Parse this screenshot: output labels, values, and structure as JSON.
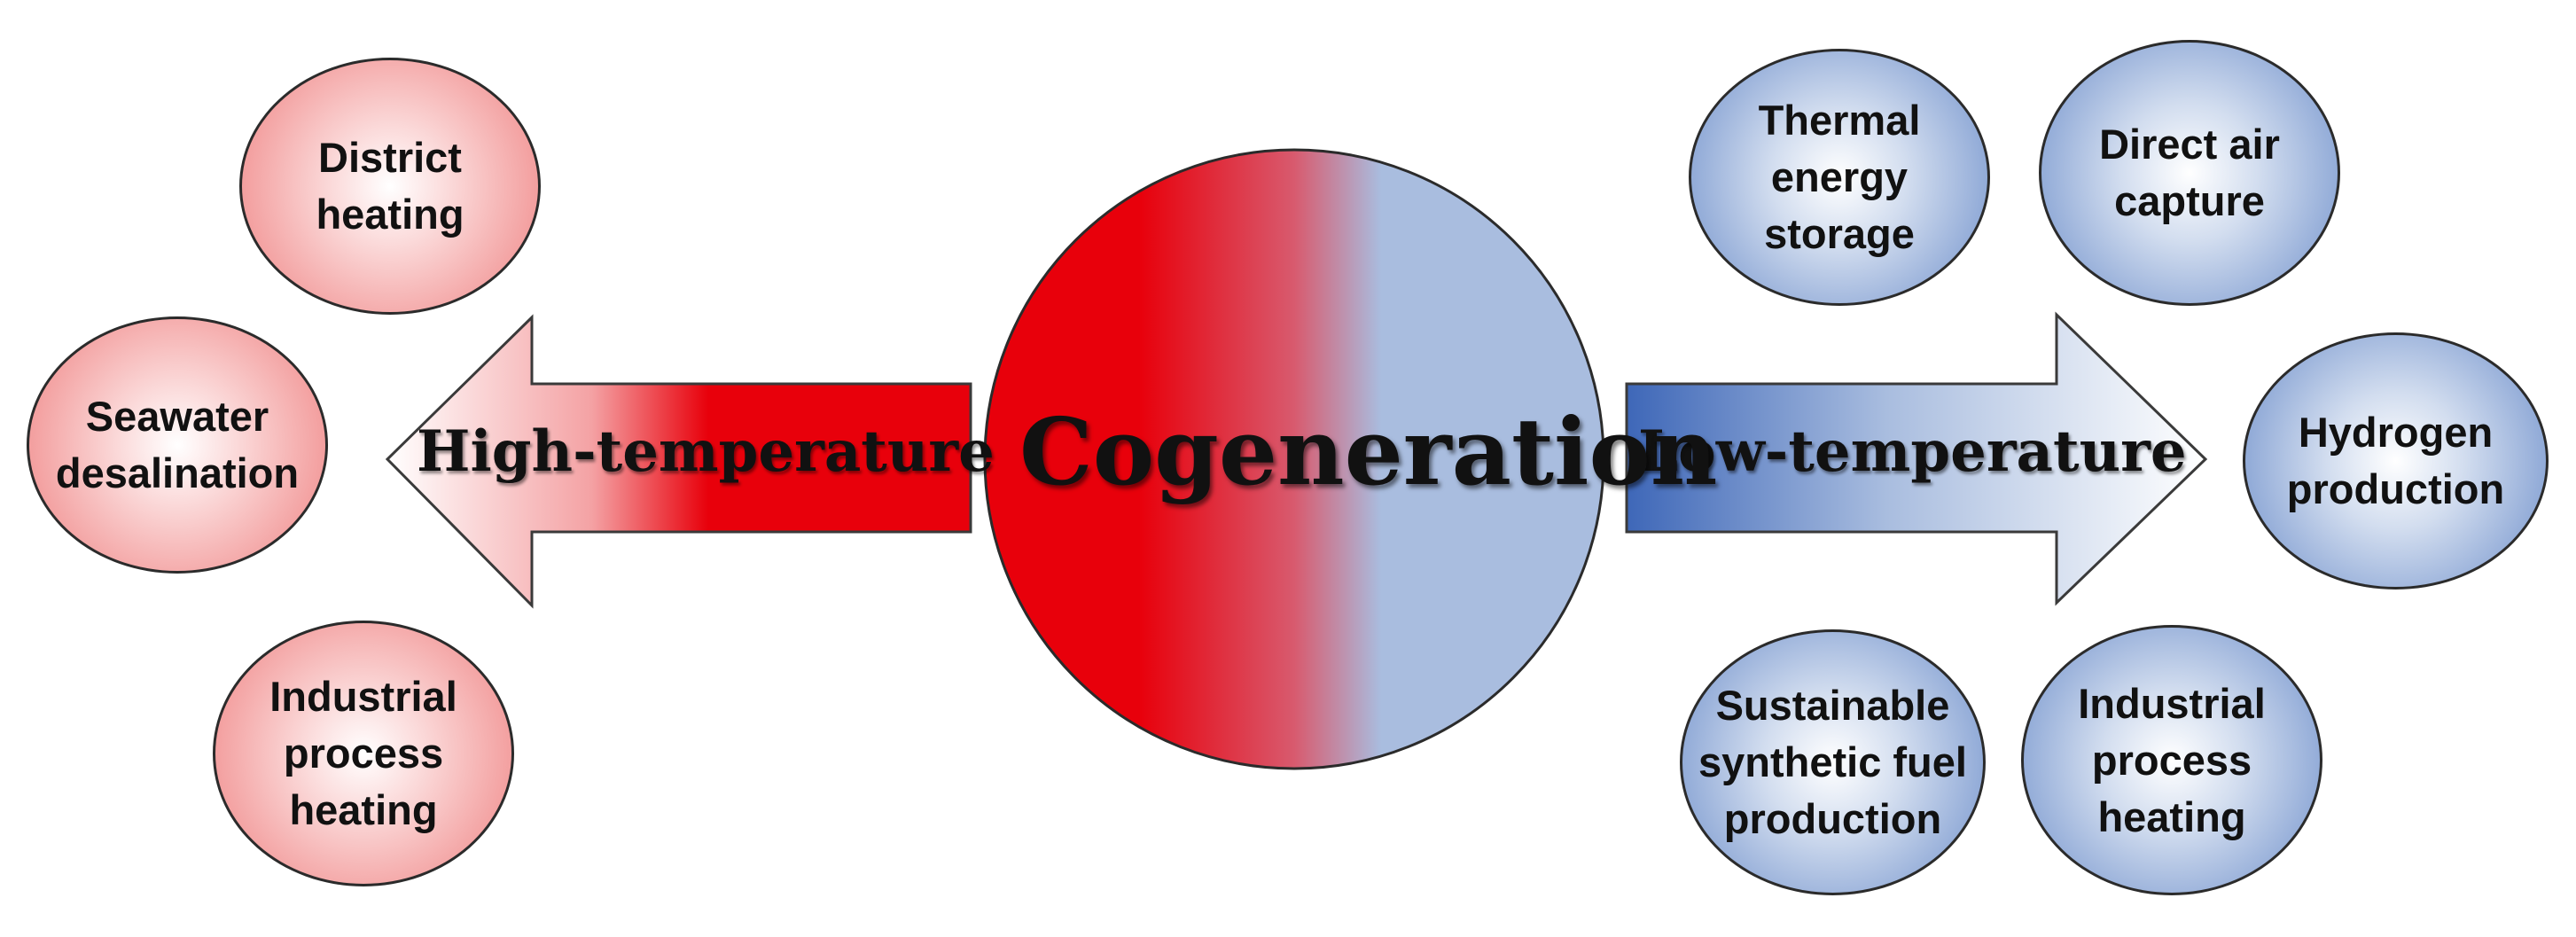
{
  "center": {
    "label": "Cogeneration"
  },
  "left_arrow": {
    "label": "High-temperature"
  },
  "right_arrow": {
    "label": "Low-temperature"
  },
  "high_temperature_applications": [
    {
      "label": "District\nheating"
    },
    {
      "label": "Seawater\ndesalination"
    },
    {
      "label": "Industrial\nprocess\nheating"
    }
  ],
  "low_temperature_applications": [
    {
      "label": "Thermal\nenergy\nstorage"
    },
    {
      "label": "Direct air\ncapture"
    },
    {
      "label": "Hydrogen\nproduction"
    },
    {
      "label": "Sustainable\nsynthetic fuel\nproduction"
    },
    {
      "label": "Industrial\nprocess\nheating"
    }
  ],
  "colors": {
    "hot": "#e8000b",
    "cold": "#a9bddf",
    "arrow_blue": "#3e67b8",
    "outline": "#2b2b2b"
  }
}
